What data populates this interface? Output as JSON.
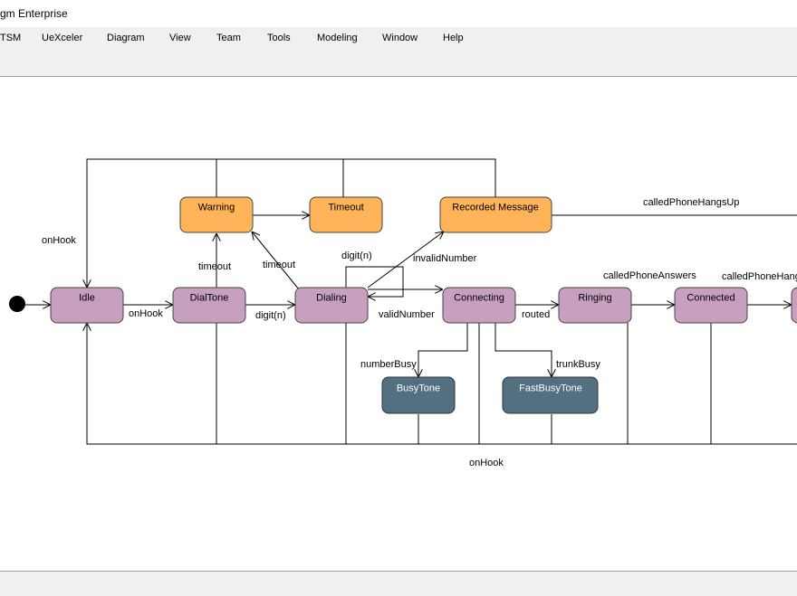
{
  "window": {
    "title": "gm Enterprise"
  },
  "menu": [
    "TSM",
    "UeXceler",
    "Diagram",
    "View",
    "Team",
    "Tools",
    "Modeling",
    "Window",
    "Help"
  ],
  "diagram": {
    "states": {
      "idle": "Idle",
      "dialtone": "DialTone",
      "dialing": "Dialing",
      "connecting": "Connecting",
      "ringing": "Ringing",
      "connected": "Connected",
      "warning": "Warning",
      "timeout": "Timeout",
      "recorded": "Recorded Message",
      "busytone": "BusyTone",
      "fastbusy": "FastBusyTone"
    },
    "labels": {
      "onhook_left": "onHook",
      "onhook_idle": "onHook",
      "onhook_bottom": "onHook",
      "digit_dialtone": "digit(n)",
      "digit_self": "digit(n)",
      "timeout_dialtone": "timeout",
      "timeout_dialing": "timeout",
      "invalid_number": "invalidNumber",
      "valid_number": "validNumber",
      "routed": "routed",
      "number_busy": "numberBusy",
      "trunk_busy": "trunkBusy",
      "called_answers": "calledPhoneAnswers",
      "called_hangs_up": "calledPhoneHangsUp",
      "called_hangs_partial": "calledPhoneHangs"
    },
    "colors": {
      "state_purple": "#c7a0bf",
      "state_orange": "#ffb45a",
      "state_slate": "#536f82",
      "line": "#000000"
    }
  }
}
